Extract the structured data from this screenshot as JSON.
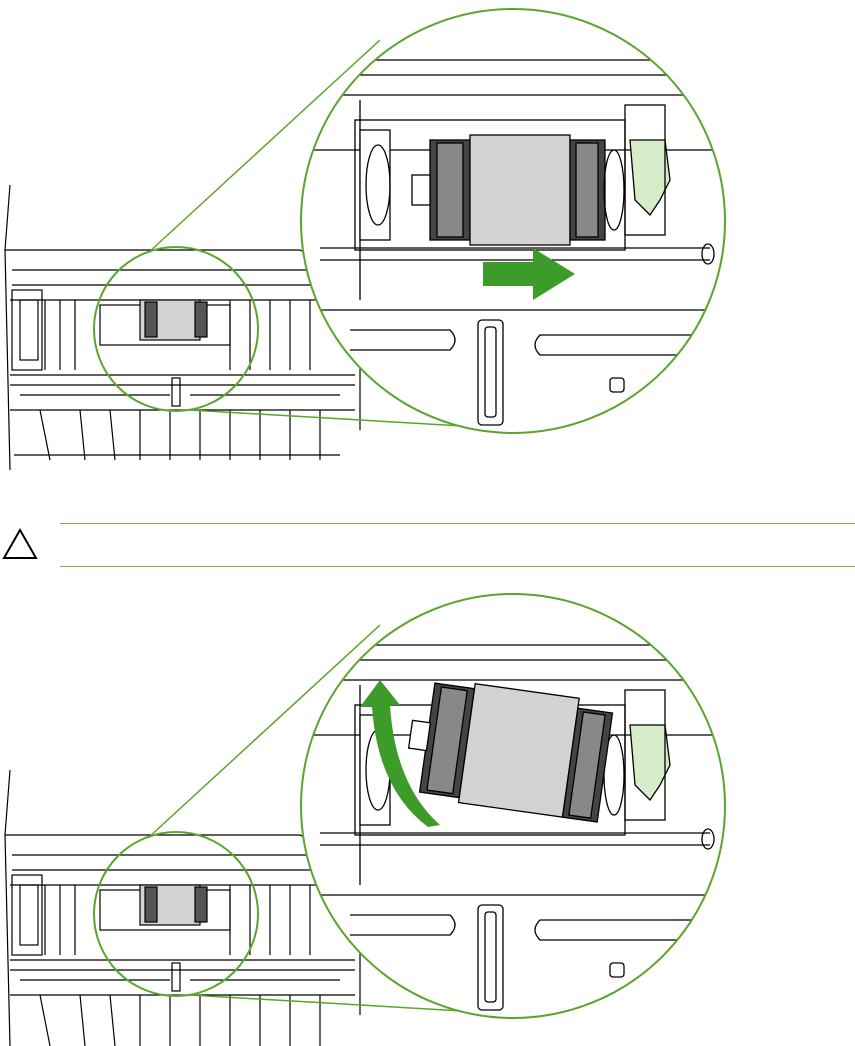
{
  "figures": [
    {
      "step": "slide-roller-right",
      "arrow_direction": "right"
    },
    {
      "step": "lift-roller-out",
      "arrow_direction": "up"
    }
  ],
  "caution": {
    "icon": "caution-triangle-icon",
    "text": ""
  },
  "colors": {
    "accent_green": "#5aa52b",
    "arrow_green": "#3d9b2a",
    "line": "#000000",
    "roller_gray": "#d3d3d3",
    "tab_green": "#d7ecc8"
  }
}
